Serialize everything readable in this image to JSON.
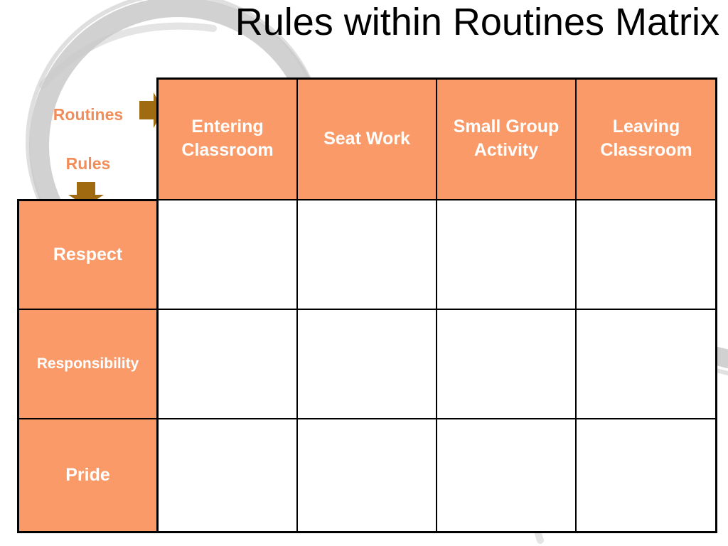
{
  "slide": {
    "title": "Rules within Routines Matrix"
  },
  "labels": {
    "routines": "Routines",
    "rules": "Rules"
  },
  "matrix": {
    "columns": [
      "Entering Classroom",
      "Seat Work",
      "Small Group Activity",
      "Leaving Classroom"
    ],
    "rows": [
      "Respect",
      "Responsibility",
      "Pride"
    ],
    "cells": [
      [
        "",
        "",
        "",
        ""
      ],
      [
        "",
        "",
        "",
        ""
      ],
      [
        "",
        "",
        "",
        ""
      ]
    ]
  },
  "colors": {
    "header_fill": "#F99A68",
    "label_text": "#F28D5A",
    "arrow_fill": "#A06A10",
    "swirl": "#C8C8C8"
  },
  "icons": {
    "right_arrow": "arrow-right-icon",
    "down_arrow": "arrow-down-icon"
  }
}
